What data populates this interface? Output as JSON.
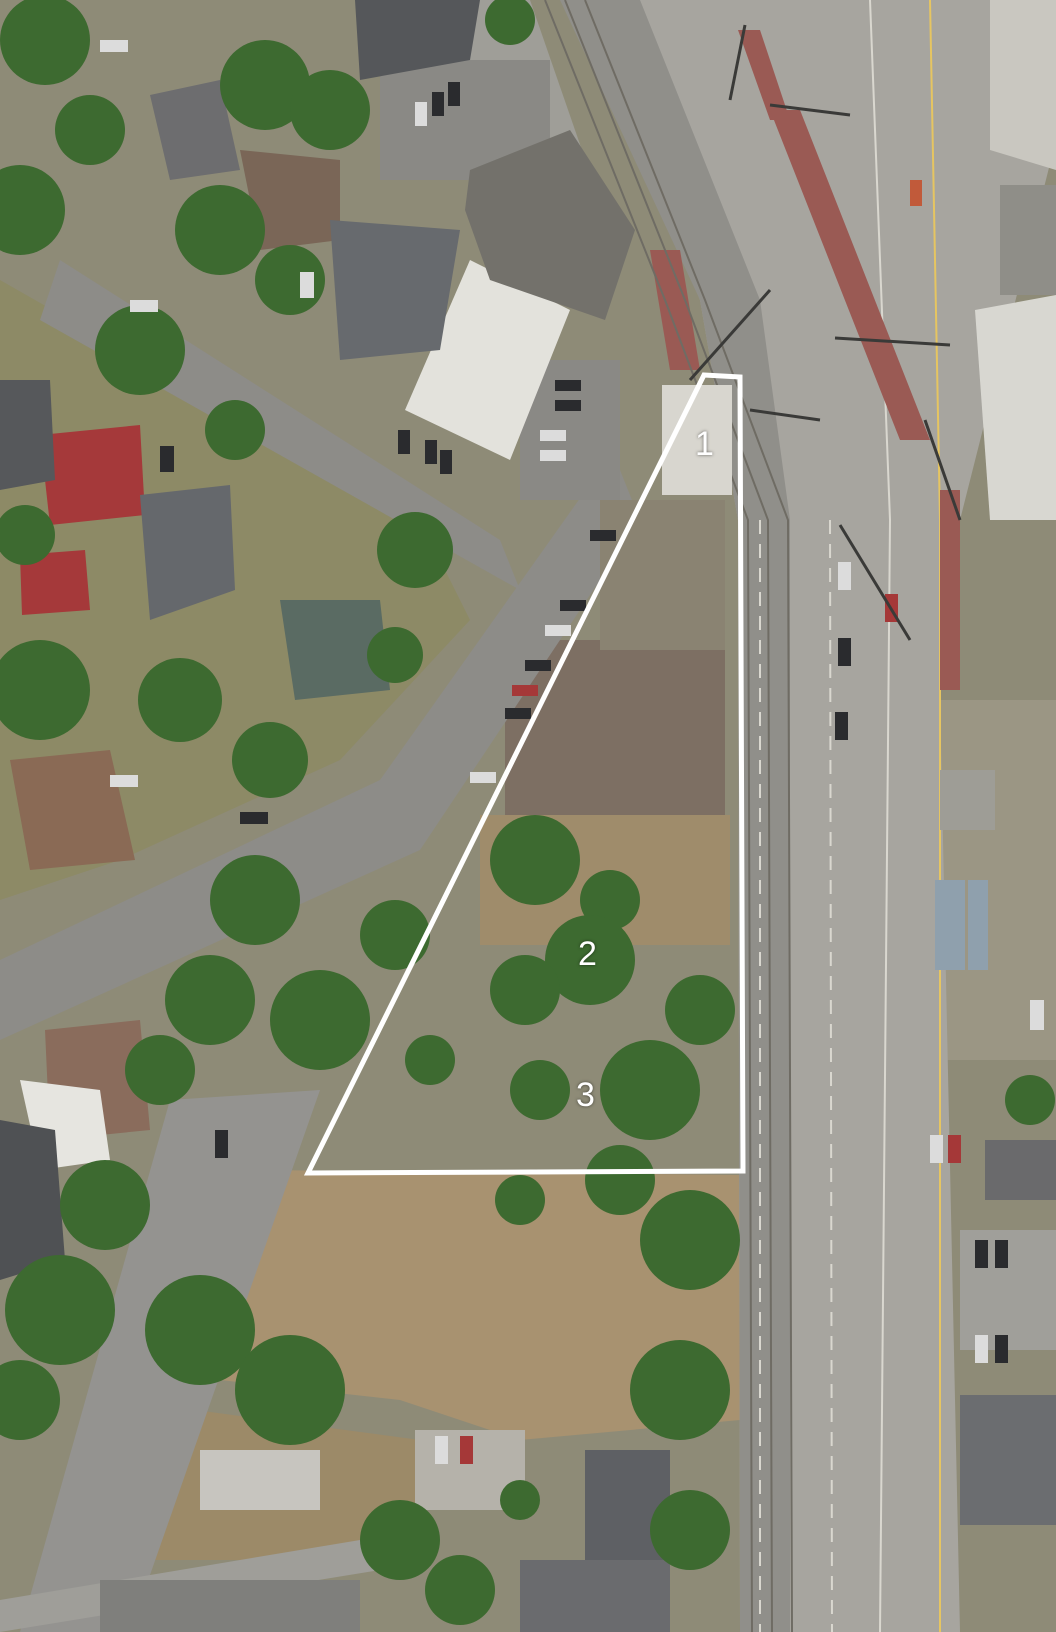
{
  "image": {
    "kind": "aerial-photograph",
    "subject": "urban-block-with-highlighted-parcel"
  },
  "parcel": {
    "outline_color": "#ffffff",
    "labels": [
      {
        "id": "lot-1",
        "text": "1"
      },
      {
        "id": "lot-2",
        "text": "2"
      },
      {
        "id": "lot-3",
        "text": "3"
      }
    ]
  },
  "colors": {
    "asphalt": "#8f8f8b",
    "road_light": "#b4b2ab",
    "bike_lane": "#9a5a54",
    "grass_dry": "#a8936a",
    "tree": "#3f6b32",
    "roof_white": "#e8e8e6",
    "roof_gray": "#6a6c70",
    "roof_red": "#a5393a"
  }
}
